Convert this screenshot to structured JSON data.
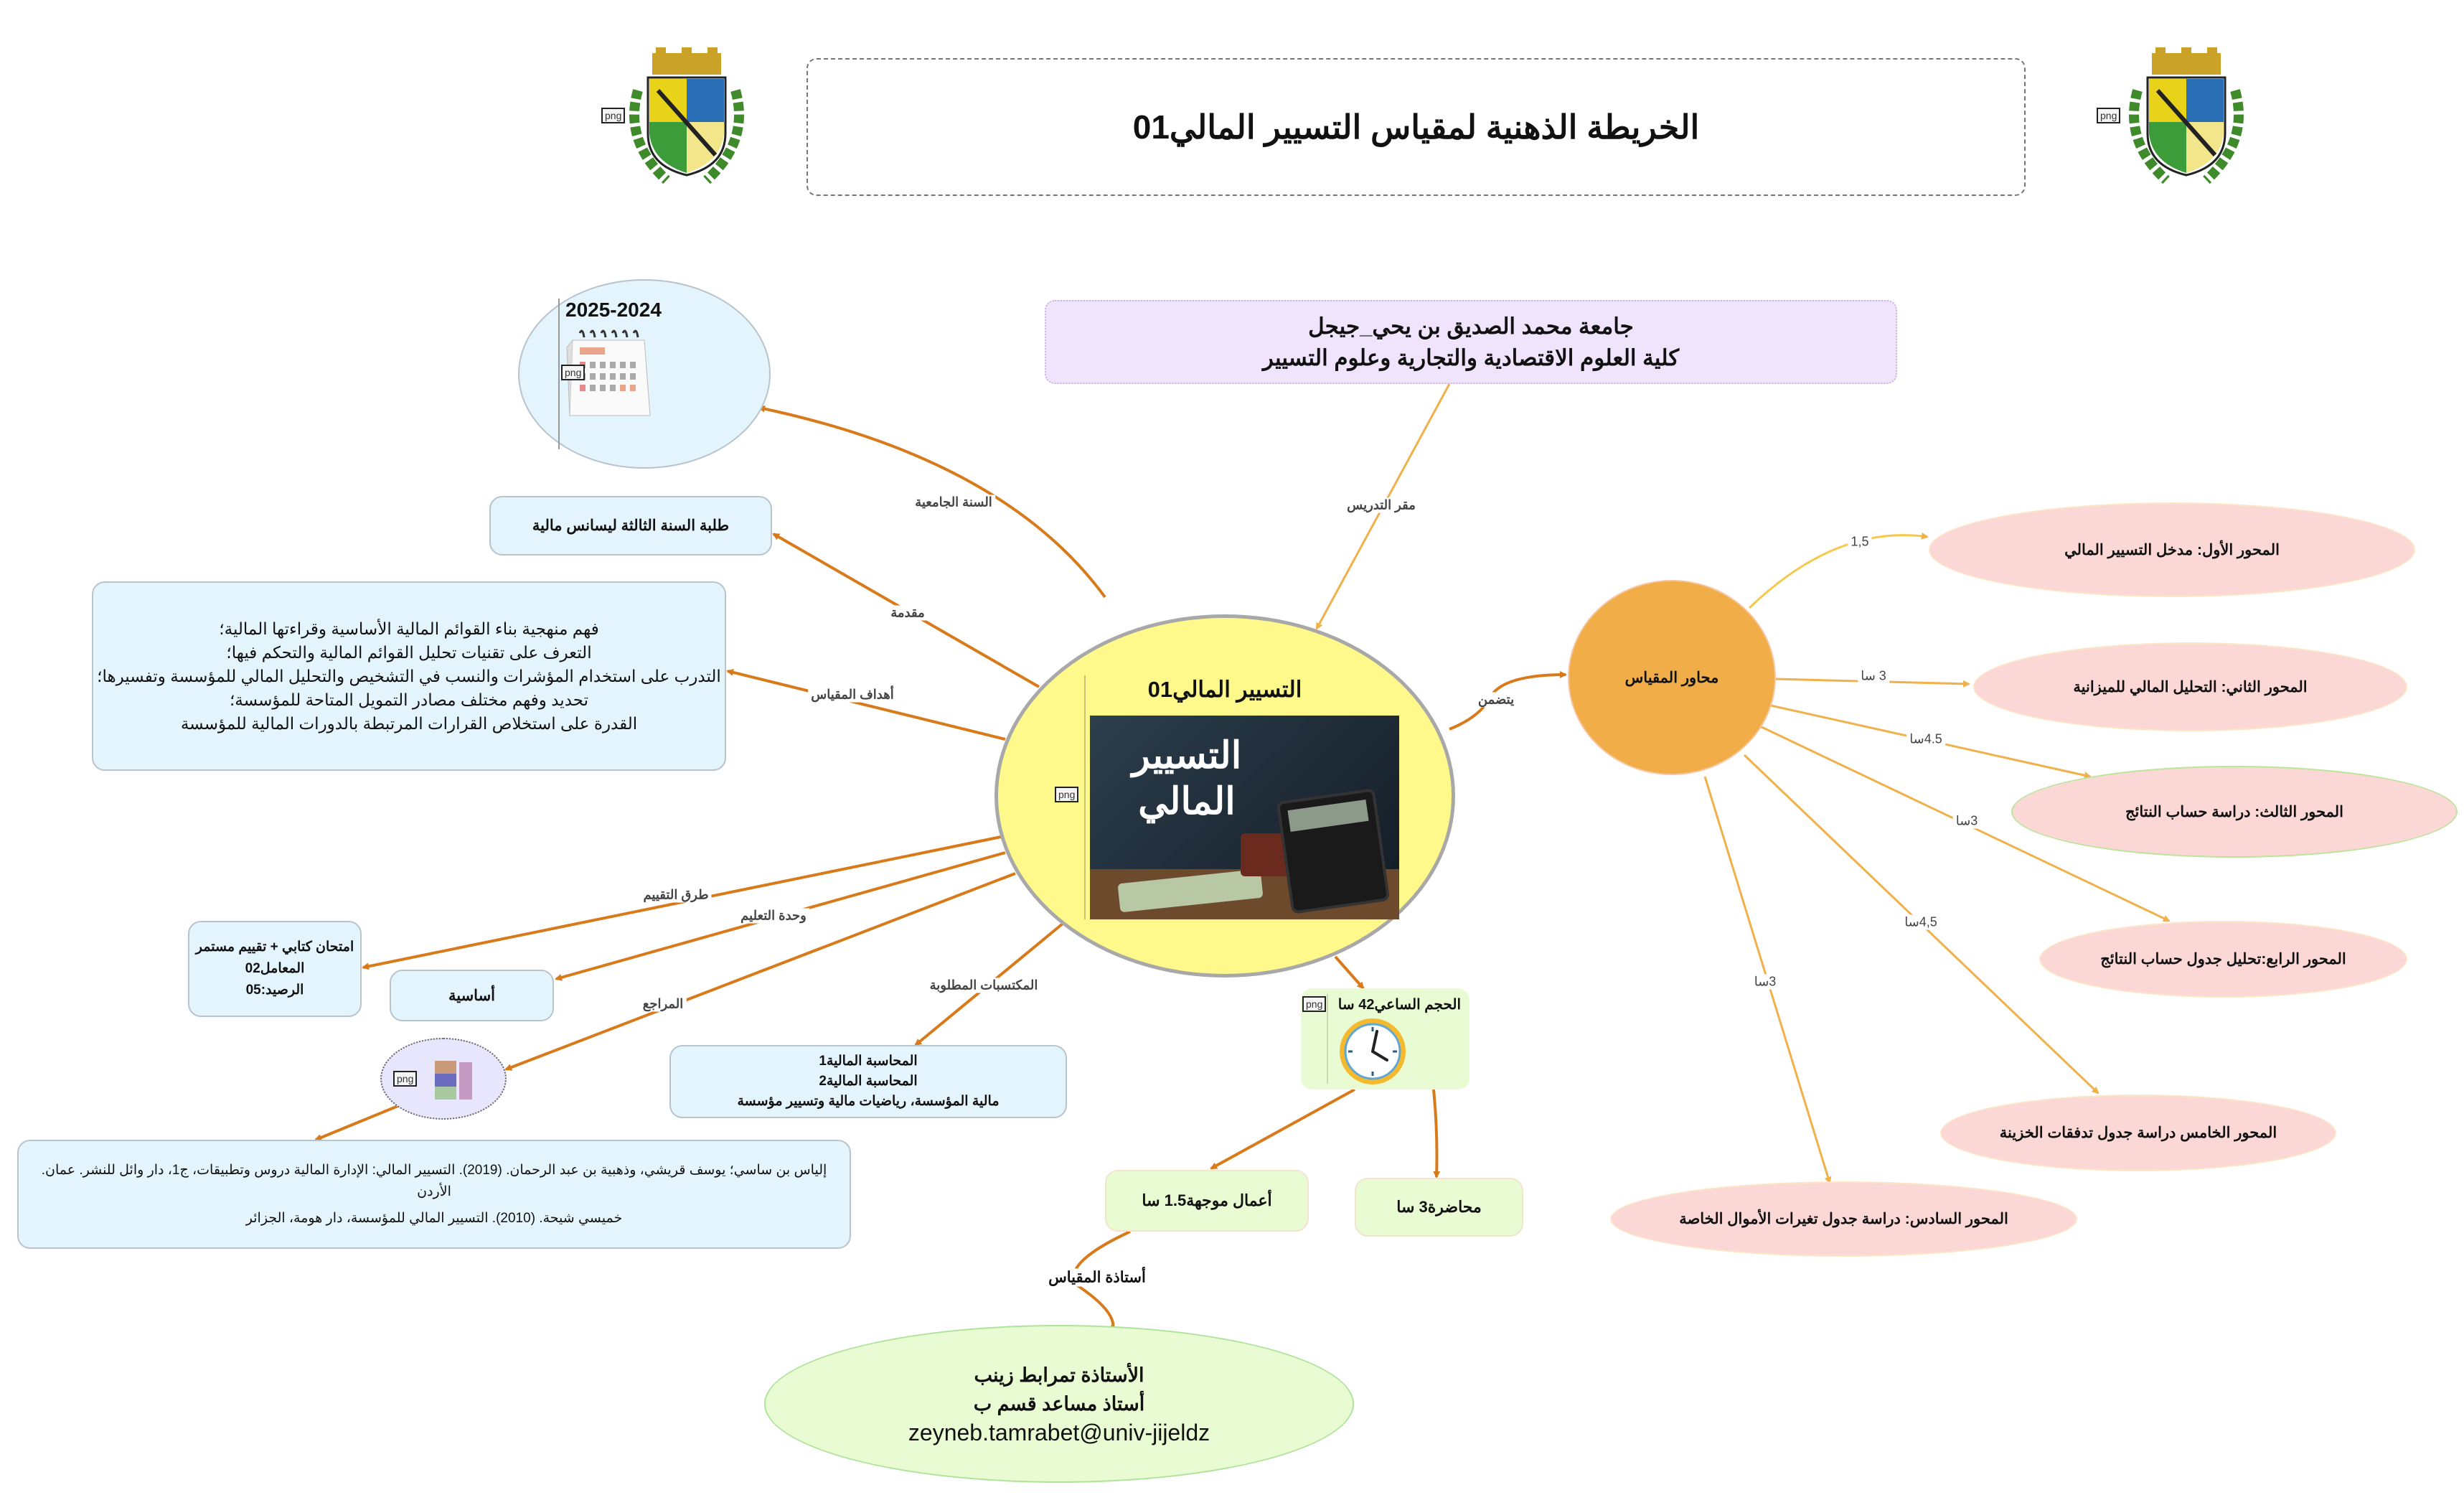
{
  "title": "الخريطة الذهنية لمقياس  التسيير المالي01",
  "image_tag": "png",
  "university": {
    "line1": "جامعة محمد الصديق بن يحي_جيجل",
    "line2": "كلية العلوم الاقتصادية والتجارية وعلوم  التسيير"
  },
  "central": {
    "title": "التسيير المالي01",
    "image_text_1": "التسيير",
    "image_text_2": "المالي"
  },
  "academic_year": "2025-2024",
  "students": "طلبة السنة الثالثة ليسانس مالية",
  "objectives": [
    "فهم منهجية بناء القوائم المالية الأساسية وقراءتها المالية؛",
    "التعرف على تقنيات تحليل القوائم المالية والتحكم فيها؛",
    "التدرب على استخدام المؤشرات والنسب في التشخيص والتحليل المالي للمؤسسة وتفسيرها؛",
    "تحديد وفهم مختلف مصادر التمويل المتاحة للمؤسسة؛",
    "القدرة على استخلاص القرارات المرتبطة بالدورات المالية للمؤسسة"
  ],
  "evaluation": [
    "امتحان كتابي + تقييم مستمر",
    "المعامل02",
    "الرصيد:05"
  ],
  "unit": "أساسية",
  "references": [
    "إلياس بن ساسي؛ يوسف قريشي، وذهبية بن عبد الرحمان. (2019). التسيير المالي: الإدارة المالية دروس وتطبيقات، ج1، دار وائل للنشر. عمان. الأردن",
    "خميسي شيحة. (2010). التسيير المالي للمؤسسة، دار هومة، الجزائر"
  ],
  "prerequisites": [
    "المحاسبة المالية1",
    "المحاسبة المالية2",
    "مالية المؤسسة، رياضيات مالية وتسيير مؤسسة"
  ],
  "hours": {
    "total": "الحجم الساعي42 سا",
    "td": "أعمال موجهة1.5 سا",
    "lecture": "محاضرة3 سا"
  },
  "teacher": {
    "line1": "الأستاذة تمرابط زينب",
    "line2": "أستاذ مساعد قسم ب",
    "email": "zeyneb.tamrabet@univ-jijeldz"
  },
  "axes_hub": "محاور المقياس",
  "axes": [
    {
      "label": "المحور الأول: مدخل التسيير المالي",
      "hours": "1,5"
    },
    {
      "label": "المحور الثاني: التحليل المالي للميزانية",
      "hours": "3 سا"
    },
    {
      "label": "المحور الثالث: دراسة حساب النتائج",
      "hours": "4.5سا"
    },
    {
      "label": "المحور الرابع:تحليل جدول حساب النتائج",
      "hours": "3سا"
    },
    {
      "label": "المحور الخامس  دراسة جدول تدفقات الخزينة",
      "hours": "4,5سا"
    },
    {
      "label": "المحور السادس: دراسة جدول تغيرات الأموال الخاصة",
      "hours": "3سا"
    }
  ],
  "edge_labels": {
    "year": "السنة الجامعية",
    "intro": "مقدمة",
    "objectives": "أهداف المقياس",
    "evaluation": "طرق التقييم",
    "unit": "وحدة التعليم",
    "references": "المراجع",
    "prerequisites": "المكتسبات المطلوبة",
    "location": "مقر التدريس",
    "includes": "يتضمن",
    "teacher": "أستاذة المقياس"
  },
  "colors": {
    "edge": "#d97a1a",
    "axis_edge": "#f0b04a",
    "hub": "#f0ad48",
    "central": "#fff98c"
  }
}
